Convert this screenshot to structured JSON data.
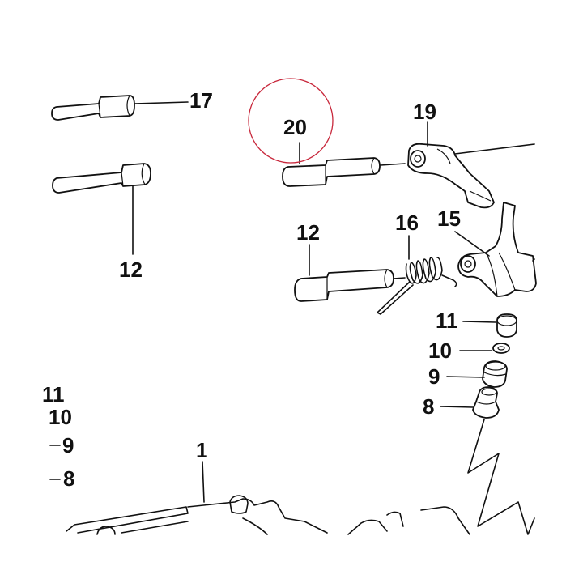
{
  "labels": {
    "l17": "17",
    "l12a": "12",
    "l20": "20",
    "l19": "19",
    "l12b": "12",
    "l16": "16",
    "l15": "15",
    "l11": "11",
    "l10": "10",
    "l9": "9",
    "l8": "8",
    "l11b": "11",
    "l10b": "10",
    "l9b": "9",
    "l8b": "8",
    "l1": "1"
  },
  "highlight": {
    "color": "#c8283c",
    "target": "20"
  }
}
